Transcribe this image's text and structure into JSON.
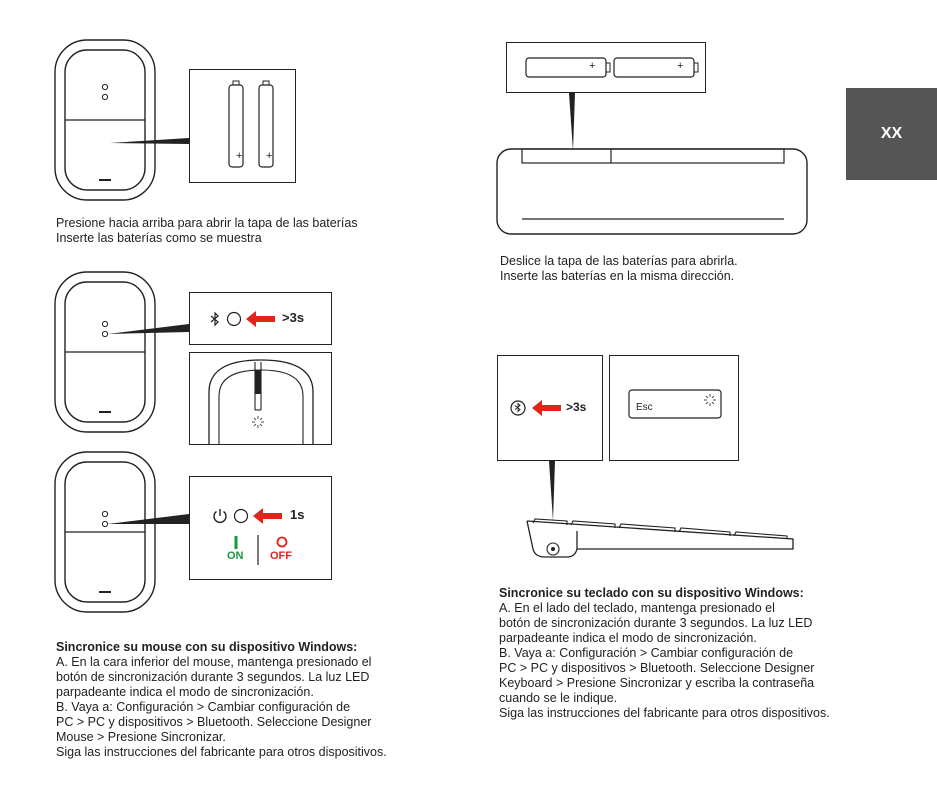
{
  "page_tab": "XX",
  "captions": {
    "mouse_battery": [
      "Presione hacia arriba para abrir la tapa de las baterías",
      "Inserte las baterías como se muestra"
    ],
    "keyboard_battery": [
      "Deslice la tapa de las baterías para abrirla.",
      "Inserte las baterías en la misma dirección."
    ]
  },
  "mouse_pairing": {
    "hold_time": ">3s",
    "power_time": "1s",
    "on_label": "ON",
    "off_label": "OFF"
  },
  "keyboard_pairing": {
    "hold_time": ">3s",
    "esc_key": "Esc"
  },
  "battery_symbol": "+",
  "mouse_section": {
    "title": "Sincronice su mouse con su dispositivo Windows:",
    "lines": [
      "A. En la cara inferior del mouse, mantenga presionado el",
      "botón de sincronización durante 3 segundos. La luz LED",
      "parpadeante indica el modo de sincronización.",
      "B. Vaya a: Configuración > Cambiar configuración de",
      "PC > PC y dispositivos > Bluetooth. Seleccione Designer",
      "Mouse > Presione Sincronizar.",
      "Siga las instrucciones del fabricante para otros dispositivos."
    ]
  },
  "keyboard_section": {
    "title": "Sincronice su teclado con su dispositivo Windows:",
    "lines": [
      "A. En el lado del teclado, mantenga presionado el",
      "botón de sincronización durante 3 segundos. La luz LED",
      "parpadeante indica el modo de sincronización.",
      "B. Vaya a: Configuración > Cambiar configuración de",
      "PC > PC y dispositivos > Bluetooth. Seleccione Designer",
      "Keyboard > Presione Sincronizar y escriba la contraseña",
      "cuando se le indique.",
      "Siga las instrucciones del fabricante para otros dispositivos."
    ]
  },
  "colors": {
    "arrow_red": "#e2231a",
    "on_green": "#1a9a3a",
    "off_red": "#e2231a",
    "tab_gray": "#555555"
  }
}
